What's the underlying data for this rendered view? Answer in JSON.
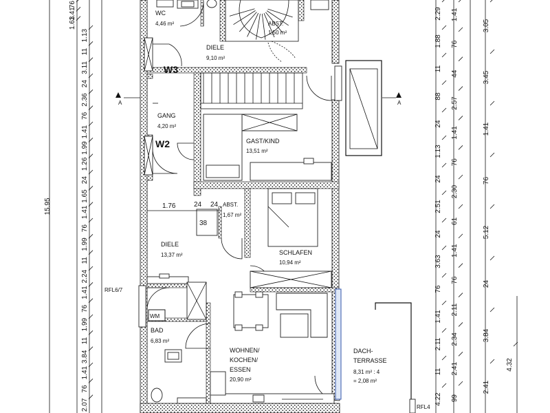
{
  "rooms": {
    "wc": {
      "name": "WC",
      "area": "4,46 m²"
    },
    "abst_top": {
      "name": "ABST.",
      "area": "1,50 m²"
    },
    "diele_top": {
      "name": "DIELE",
      "area": "9,10 m²"
    },
    "gang": {
      "name": "GANG",
      "area": "4,20 m²"
    },
    "gast": {
      "name": "GAST/KIND",
      "area": "13,51 m²"
    },
    "abst_mid": {
      "name": "ABST.",
      "area": "1,67 m²"
    },
    "diele_mid": {
      "name": "DIELE",
      "area": "13,37 m²"
    },
    "schlafen": {
      "name": "SCHLAFEN",
      "area": "10,94 m²"
    },
    "bad": {
      "name": "BAD",
      "area": "6,83 m²"
    },
    "wohnen": {
      "line1": "WOHNEN/",
      "line2": "KOCHEN/",
      "line3": "ESSEN",
      "area": "20,90 m²"
    },
    "terrasse": {
      "line1": "DACH-",
      "line2": "TERRASSE",
      "line3": "8,31 m² : 4",
      "line4": "= 2,08 m²"
    }
  },
  "labels": {
    "w3": "W3",
    "w2": "W2",
    "wm": "WM",
    "section_a_left": "A",
    "section_a_right": "A",
    "rfl_left": "RFL6/7",
    "rfl_right": "RFL4"
  },
  "dims": {
    "total": "15.95",
    "left_chain_1": [
      "76",
      "1.41",
      "1.63"
    ],
    "left_chain_2": [
      "1.13",
      "11",
      "3.11",
      "24",
      "2.36",
      "76",
      "1.41",
      "1.99",
      "1.26",
      "24",
      "1.65",
      "1.41",
      "76",
      "1.99",
      "11",
      "2.24",
      "1.41",
      "76",
      "1.99",
      "11",
      "3.84",
      "1.41",
      "76",
      "2.07"
    ],
    "interior_176": "1.76",
    "interior_24a": "24",
    "interior_24b": "24",
    "interior_38": "38",
    "right_a": [
      "2.29",
      "1.88",
      "11",
      "88",
      "24",
      "1.13",
      "24",
      "2.51",
      "24",
      "3.63",
      "76",
      "1.41",
      "2.11",
      "11",
      "4.22"
    ],
    "right_b": [
      "1.41",
      "76",
      "44",
      "2.57",
      "1.41",
      "76",
      "2.30",
      "61",
      "1.41",
      "76",
      "2.11",
      "2.34",
      "2.41",
      "99"
    ],
    "right_c": [
      "3.05",
      "3.45",
      "1.41",
      "76",
      "5.12",
      "24",
      "3.84",
      "2.41"
    ],
    "right_d": [
      "4.32"
    ]
  }
}
